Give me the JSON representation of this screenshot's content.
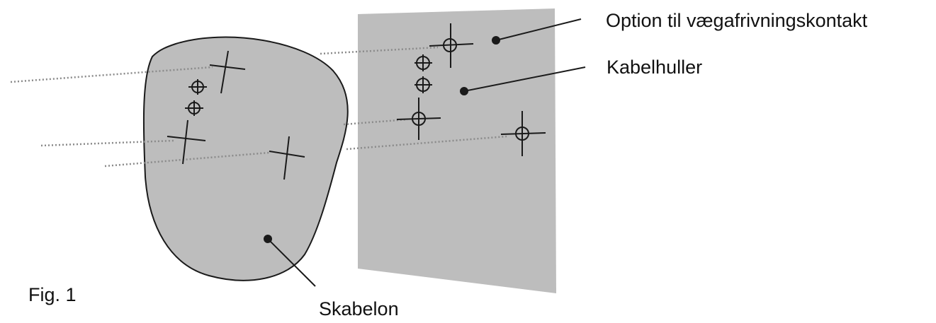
{
  "figure": {
    "fig_label": "Fig. 1",
    "labels": {
      "option": "Option til vægafrivningskontakt",
      "cable_holes": "Kabelhuller",
      "template": "Skabelon"
    },
    "colors": {
      "sheet_fill": "#bdbdbd",
      "line": "#1a1a1a",
      "dotted_line": "#8a8a8a"
    }
  }
}
